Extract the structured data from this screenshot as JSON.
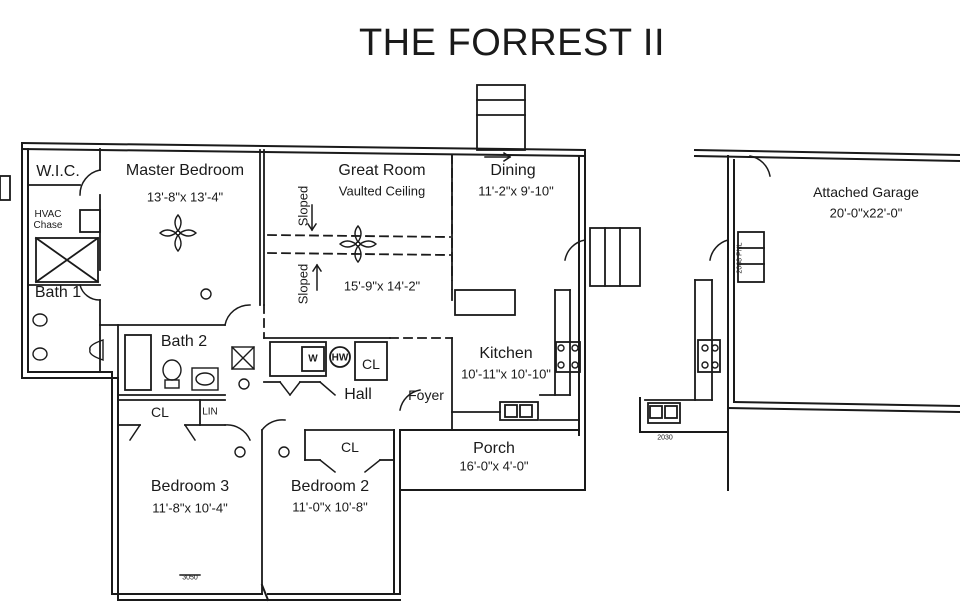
{
  "title": "THE FORREST II",
  "rooms": {
    "wic": {
      "name": "W.I.C."
    },
    "master": {
      "name": "Master Bedroom",
      "dim": "13'-8\"x 13'-4\""
    },
    "hvac": {
      "name": "HVAC\nChase"
    },
    "bath1": {
      "name": "Bath 1"
    },
    "bath2": {
      "name": "Bath 2"
    },
    "great": {
      "name": "Great Room",
      "sub": "Vaulted Ceiling",
      "dim": "15'-9\"x 14'-2\"",
      "sloped": "Sloped"
    },
    "dining": {
      "name": "Dining",
      "dim": "11'-2\"x 9'-10\""
    },
    "kitchen": {
      "name": "Kitchen",
      "dim": "10'-11\"x 10'-10\""
    },
    "hall": {
      "name": "Hall"
    },
    "foyer": {
      "name": "Foyer"
    },
    "porch": {
      "name": "Porch",
      "dim": "16'-0\"x 4'-0\""
    },
    "bed3": {
      "name": "Bedroom 3",
      "dim": "11'-8\"x 10'-4\""
    },
    "bed2": {
      "name": "Bedroom 2",
      "dim": "11'-0\"x 10'-8\""
    },
    "garage": {
      "name": "Attached Garage",
      "dim": "20'-0\"x22'-0\""
    }
  },
  "fixtures": {
    "cl": "CL",
    "lin": "LIN",
    "w": "W",
    "hw": "HW",
    "door_code_1": "3050",
    "door_code_2": "2030",
    "door_code_3": "2068 PNL"
  }
}
